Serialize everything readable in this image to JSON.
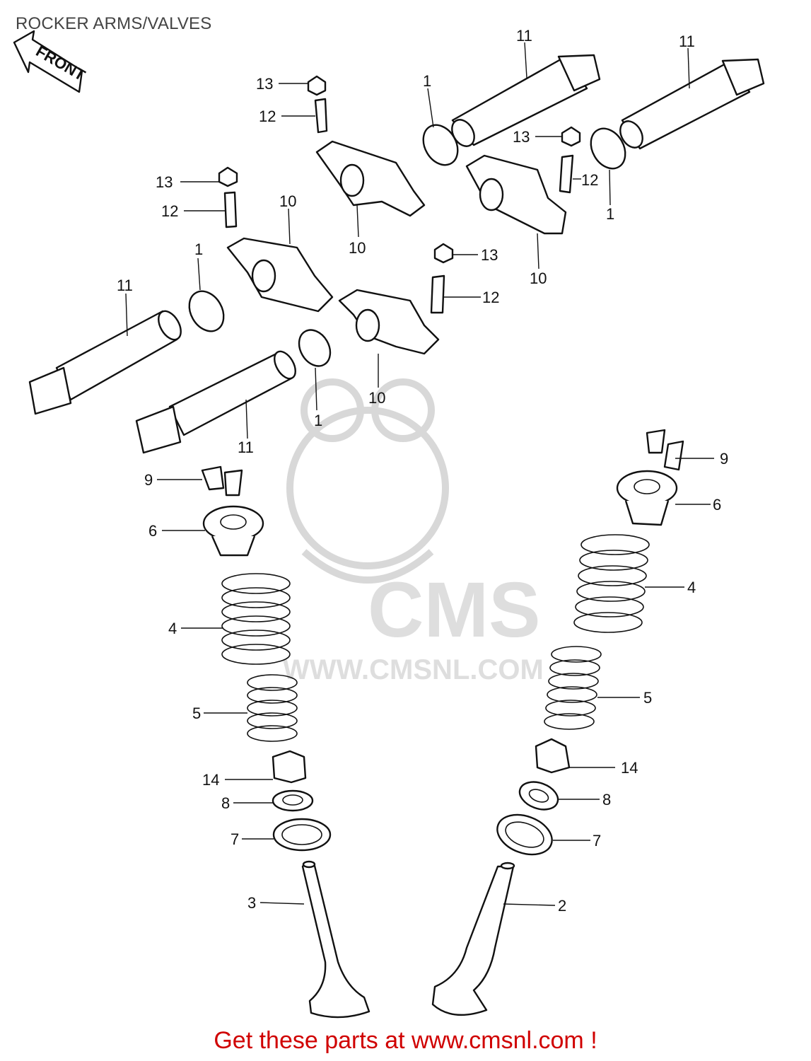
{
  "title": "ROCKER ARMS/VALVES",
  "front_arrow_label": "FRONT",
  "watermark": {
    "brand": "CMS",
    "url": "WWW.CMSNL.COM"
  },
  "footer_cta": "Get these parts at www.cmsnl.com !",
  "callouts": [
    "11",
    "11",
    "1",
    "13",
    "12",
    "13",
    "12",
    "1",
    "13",
    "12",
    "10",
    "10",
    "10",
    "13",
    "12",
    "1",
    "11",
    "10",
    "1",
    "11",
    "9",
    "9",
    "6",
    "6",
    "4",
    "4",
    "5",
    "5",
    "14",
    "14",
    "8",
    "8",
    "7",
    "7",
    "3",
    "2"
  ],
  "colors": {
    "cta": "#d00000",
    "line": "#111111",
    "watermark": "#d8d8d8"
  }
}
